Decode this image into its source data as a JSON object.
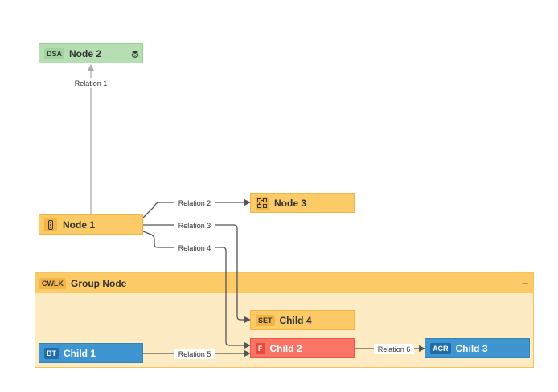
{
  "group": {
    "badge": "CWLK",
    "label": "Group Node",
    "collapse_symbol": "–"
  },
  "nodes": {
    "node2": {
      "badge": "DSA",
      "label": "Node 2"
    },
    "node1": {
      "label": "Node 1"
    },
    "node3": {
      "label": "Node 3"
    },
    "child4": {
      "badge": "SET",
      "label": "Child 4"
    },
    "child1": {
      "badge": "BT",
      "label": "Child 1"
    },
    "child2": {
      "badge": "F",
      "label": "Child 2"
    },
    "child3": {
      "badge": "ACR",
      "label": "Child 3"
    }
  },
  "relations": {
    "r1": "Relation 1",
    "r2": "Relation 2",
    "r3": "Relation 3",
    "r4": "Relation 4",
    "r5": "Relation 5",
    "r6": "Relation 6"
  },
  "colors": {
    "green_node": "#b5dfb3",
    "yellow_node": "#fccb68",
    "blue_node": "#3e95cf",
    "red_node": "#fc7466",
    "group_fill": "#fdebc4"
  },
  "icons": {
    "node2": "layers-icon",
    "node1": "traffic-light-icon",
    "node3": "network-icon"
  }
}
